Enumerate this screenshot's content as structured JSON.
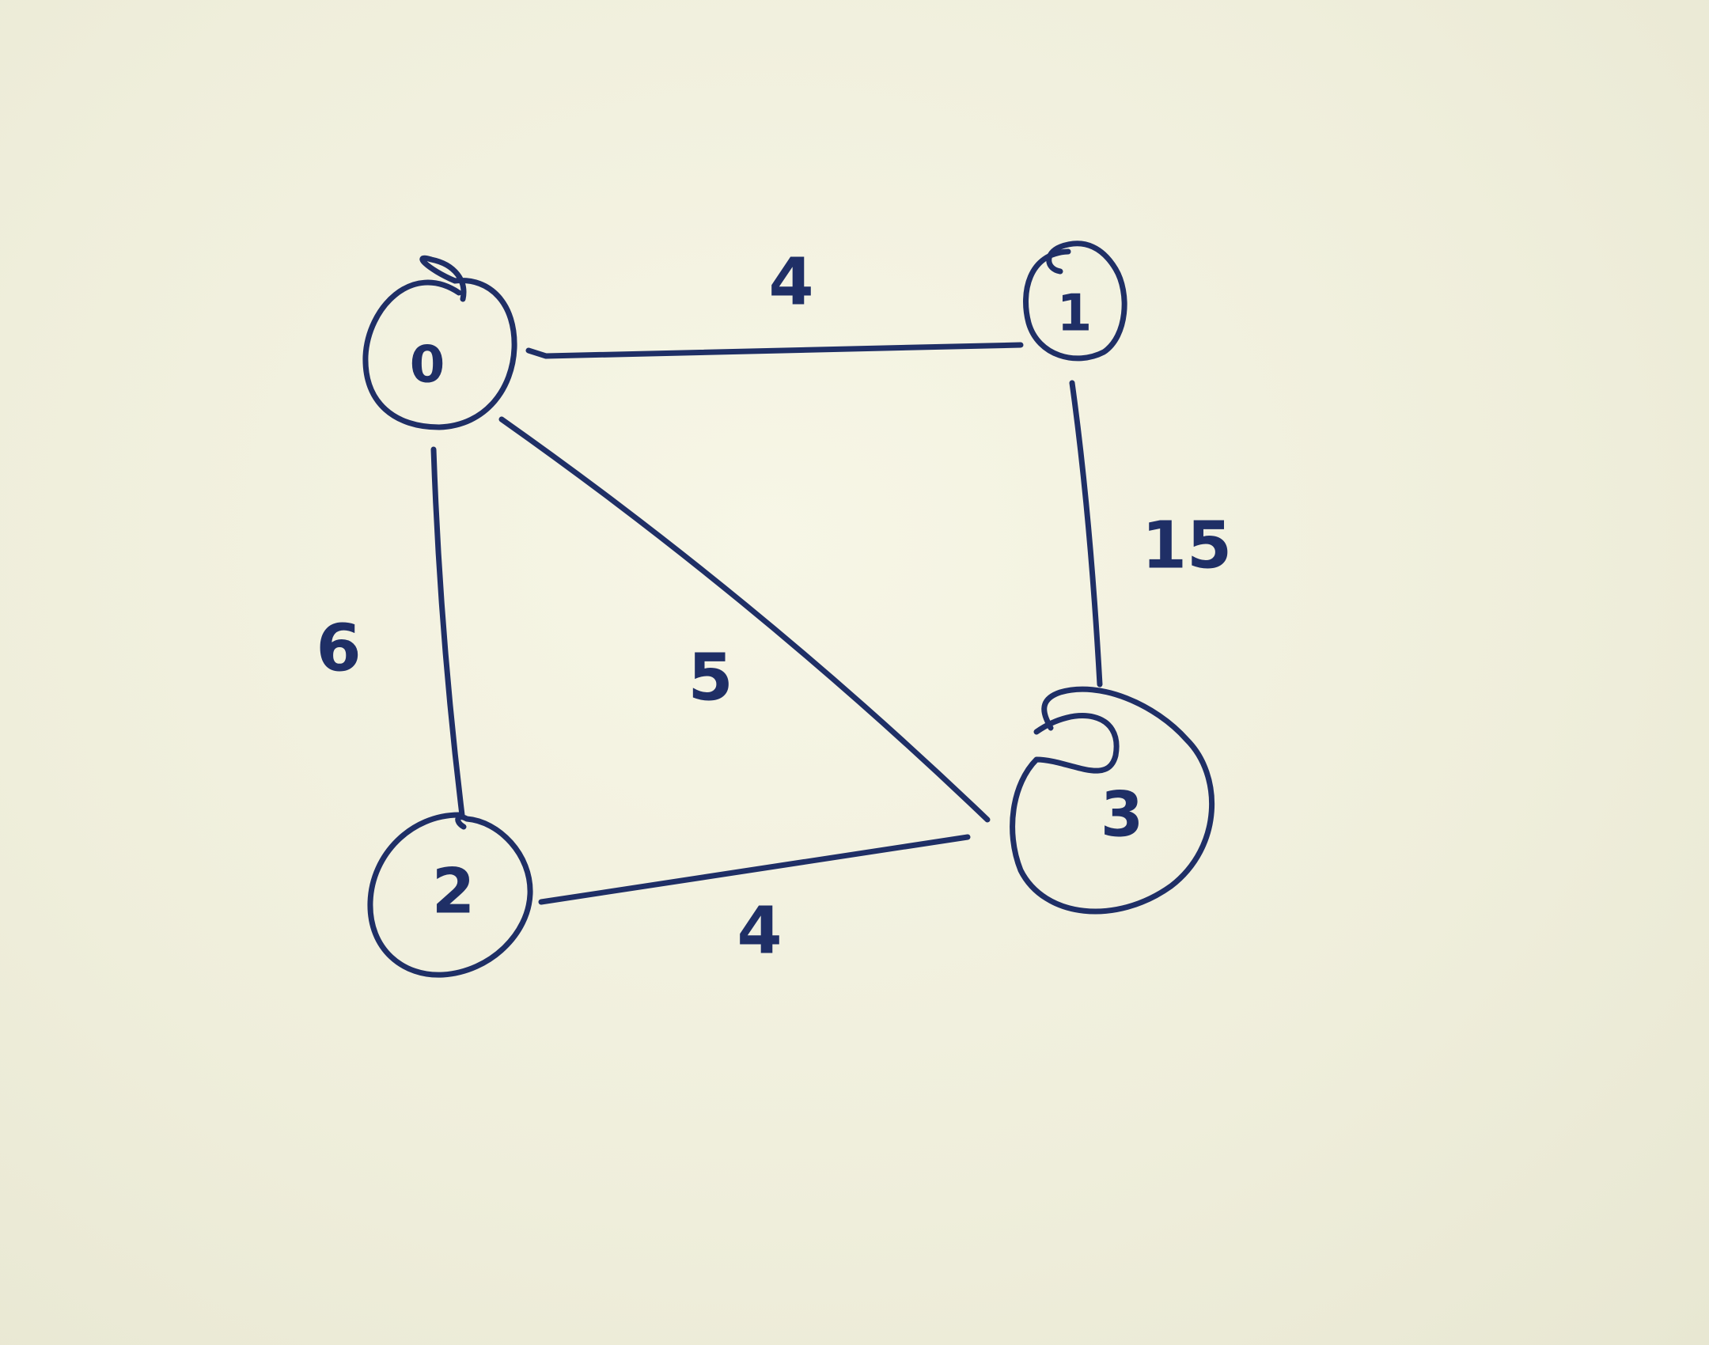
{
  "graph": {
    "nodes": [
      {
        "id": "0",
        "label": "0"
      },
      {
        "id": "1",
        "label": "1"
      },
      {
        "id": "2",
        "label": "2"
      },
      {
        "id": "3",
        "label": "3"
      }
    ],
    "edges": [
      {
        "from": "0",
        "to": "1",
        "weight": "4"
      },
      {
        "from": "0",
        "to": "2",
        "weight": "6"
      },
      {
        "from": "0",
        "to": "3",
        "weight": "5"
      },
      {
        "from": "1",
        "to": "3",
        "weight": "15"
      },
      {
        "from": "2",
        "to": "3",
        "weight": "4"
      }
    ]
  },
  "colors": {
    "ink": "#1f2f66",
    "paper": "#f0efdc"
  }
}
